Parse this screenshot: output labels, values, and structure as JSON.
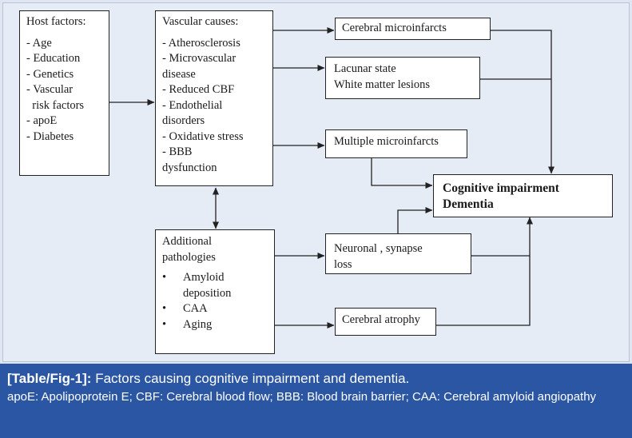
{
  "host": {
    "title": "Host factors:",
    "items": [
      "- Age",
      "- Education",
      "- Genetics",
      "- Vascular",
      "  risk factors",
      "- apoE",
      "- Diabetes"
    ]
  },
  "vascular": {
    "title": "Vascular causes:",
    "items": [
      "- Atherosclerosis",
      "- Microvascular",
      "disease",
      "- Reduced CBF",
      "- Endothelial",
      "disorders",
      "- Oxidative stress",
      "- BBB",
      "dysfunction"
    ]
  },
  "additional": {
    "title_1": "Additional",
    "title_2": "pathologies",
    "bullets": [
      {
        "lines": [
          "Amyloid",
          "deposition"
        ]
      },
      {
        "lines": [
          "CAA"
        ]
      },
      {
        "lines": [
          "Aging"
        ]
      }
    ],
    "bullet_symbol": "•"
  },
  "outcomes": {
    "cerebral_microinfarcts": "Cerebral microinfarcts",
    "lacunar_1": "Lacunar state",
    "lacunar_2": "White matter lesions",
    "multiple_microinfarcts": "Multiple microinfarcts",
    "neuronal_1": "Neuronal , synapse",
    "neuronal_2": "loss",
    "cerebral_atrophy": "Cerebral atrophy"
  },
  "result": {
    "line1": "Cognitive impairment",
    "line2": "Dementia"
  },
  "caption": {
    "label": "[Table/Fig-1]:",
    "text": "Factors causing cognitive impairment and dementia.",
    "note": "apoE: Apolipoprotein E; CBF: Cerebral blood flow; BBB: Blood brain barrier; CAA: Cerebral amyloid angiopathy"
  },
  "colors": {
    "caption_bg": "#2b56a3",
    "panel_bg": "#e6ecf5",
    "line": "#222222"
  }
}
